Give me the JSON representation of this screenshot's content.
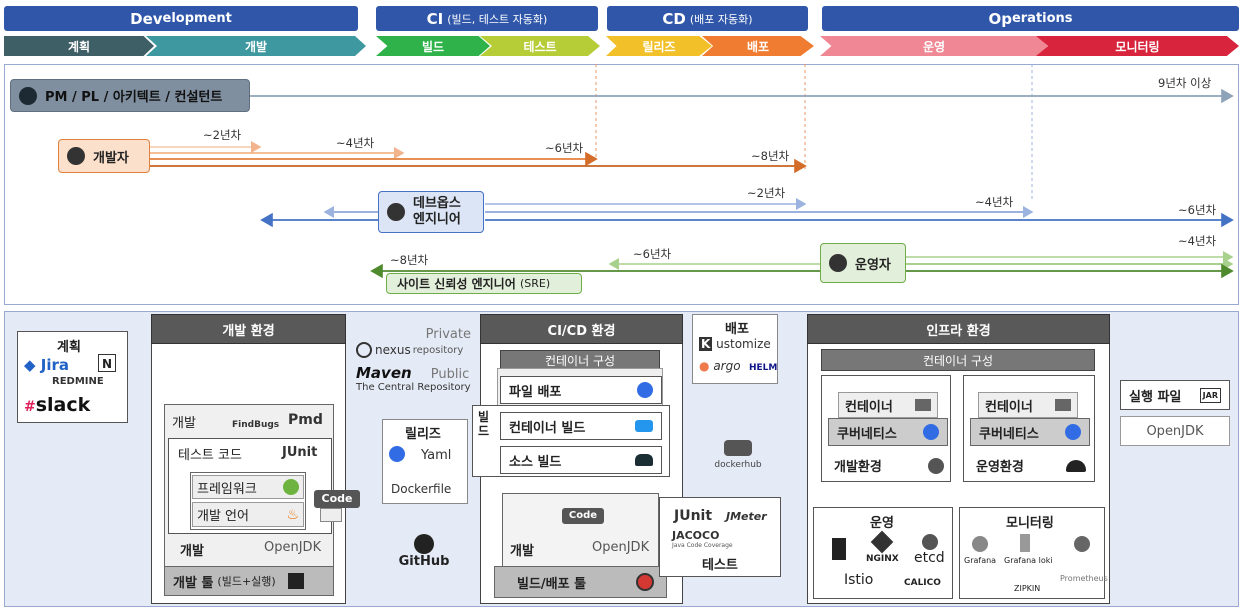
{
  "phases": {
    "dev": {
      "big": "Dev",
      "rest": "elopment"
    },
    "ci": {
      "big": "CI",
      "rest": "(빌드, 테스트 자동화)"
    },
    "cd": {
      "big": "CD",
      "rest": "(배포 자동화)"
    },
    "ops": {
      "big": "Op",
      "rest": "erations"
    }
  },
  "stages": [
    "계획",
    "개발",
    "빌드",
    "테스트",
    "릴리즈",
    "배포",
    "운영",
    "모니터링"
  ],
  "roles": {
    "pm": "PM / PL / 아키텍트 / 컨설턴트",
    "dev": "개발자",
    "devops_line1": "데브옵스",
    "devops_line2": "엔지니어",
    "ops": "운영자",
    "sre": "사이트 신뢰성 엔지니어",
    "sre_suffix": "(SRE)"
  },
  "years": {
    "pm": "9년차 이상",
    "dev2": "~2년차",
    "dev4": "~4년차",
    "dev6": "~6년차",
    "dev8": "~8년차",
    "devops2": "~2년차",
    "devops4": "~4년차",
    "devops6": "~6년차",
    "ops4": "~4년차",
    "ops6": "~6년차",
    "ops8": "~8년차"
  },
  "planning": {
    "title": "계획",
    "jira": "Jira",
    "redmine": "REDMINE",
    "slack": "slack",
    "notion": "N"
  },
  "dev_env": {
    "title": "개발 환경",
    "dev": "개발",
    "findbugs": "FindBugs",
    "pmd": "Pmd",
    "test_code": "테스트 코드",
    "junit": "JUnit",
    "framework": "프레임워크",
    "language": "개발 언어",
    "dev2": "개발",
    "openjdk": "OpenJDK",
    "tools": "개발 툴",
    "tools_sub": "(빌드+실행)",
    "code_badge": "Code"
  },
  "repos": {
    "nexus": "nexus",
    "nexus_sub": "repository",
    "private": "Private",
    "maven": "Maven",
    "public": "Public",
    "central": "The Central Repository"
  },
  "release": {
    "title": "릴리즈",
    "yaml": "Yaml",
    "dockerfile": "Dockerfile"
  },
  "github": "GitHub",
  "cicd": {
    "title": "CI/CD 환경",
    "container": "컨테이너 구성",
    "file_deploy": "파일 배포",
    "build_label": "빌드",
    "container_build": "컨테이너 빌드",
    "source_build": "소스 빌드",
    "code_badge": "Code",
    "dev": "개발",
    "openjdk": "OpenJDK",
    "tools": "빌드/배포 툴"
  },
  "deploy": {
    "title": "배포",
    "kustomize": "ustomize",
    "argo": "argo",
    "helm": "HELM"
  },
  "dockerhub": "dockerhub",
  "test_box": {
    "junit": "JUnit",
    "jmeter": "JMeter",
    "jacoco": "JACOCO",
    "jacoco_sub": "Java Code Coverage",
    "label": "테스트"
  },
  "infra": {
    "title": "인프라 환경",
    "container": "컨테이너 구성",
    "container1": "컨테이너",
    "k8s1": "쿠버네티스",
    "dev_env": "개발환경",
    "container2": "컨테이너",
    "k8s2": "쿠버네티스",
    "ops_env": "운영환경"
  },
  "ops_tools": {
    "title": "운영",
    "nginx": "NGINX",
    "etcd": "etcd",
    "istio": "Istio",
    "calico": "CALICO"
  },
  "mon_tools": {
    "title": "모니터링",
    "grafana": "Grafana",
    "loki": "Grafana loki",
    "prometheus": "Prometheus",
    "zipkin": "ZIPKIN"
  },
  "exec": {
    "file": "실행 파일",
    "jar": "JAR",
    "openjdk": "OpenJDK"
  },
  "colors": {
    "phase": "#2f56a8",
    "dev_line": "#e2813e",
    "devops_line": "#4472c4",
    "ops_line": "#70ad47",
    "pm_line": "#8ea3b8"
  }
}
